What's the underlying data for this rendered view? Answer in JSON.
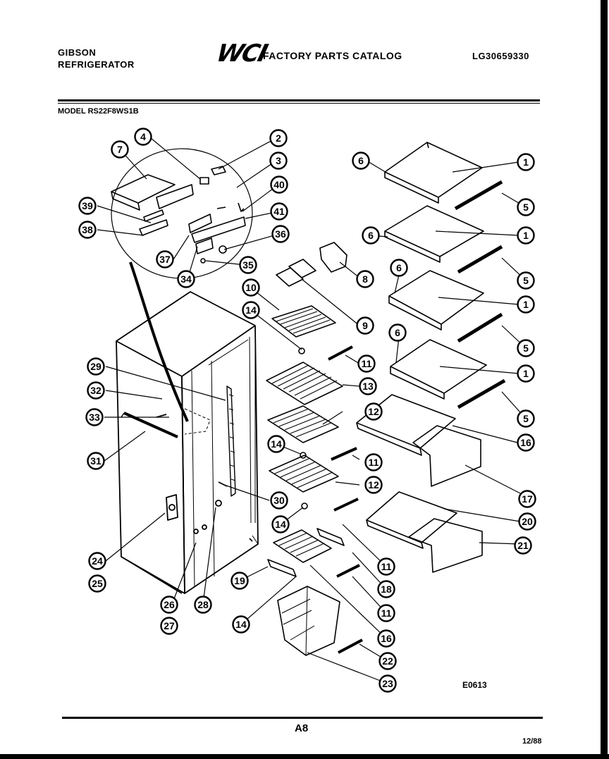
{
  "header": {
    "brand_line1": "GIBSON",
    "brand_line2": "REFRIGERATOR",
    "logo": "WCI",
    "catalog_title": "FACTORY PARTS CATALOG",
    "part_number": "LG30659330"
  },
  "model_line": "MODEL RS22F8WS1B",
  "callouts": [
    "1",
    "1",
    "1",
    "1",
    "2",
    "3",
    "4",
    "5",
    "5",
    "5",
    "5",
    "6",
    "6",
    "6",
    "6",
    "7",
    "8",
    "9",
    "10",
    "11",
    "11",
    "11",
    "11",
    "12",
    "12",
    "13",
    "14",
    "14",
    "14",
    "14",
    "16",
    "16",
    "17",
    "18",
    "19",
    "20",
    "21",
    "22",
    "23",
    "24",
    "25",
    "26",
    "27",
    "28",
    "29",
    "30",
    "31",
    "32",
    "33",
    "34",
    "35",
    "36",
    "37",
    "38",
    "39",
    "40",
    "41"
  ],
  "footer": {
    "drawing_code": "E0613",
    "page_label": "A8",
    "date": "12/88"
  }
}
